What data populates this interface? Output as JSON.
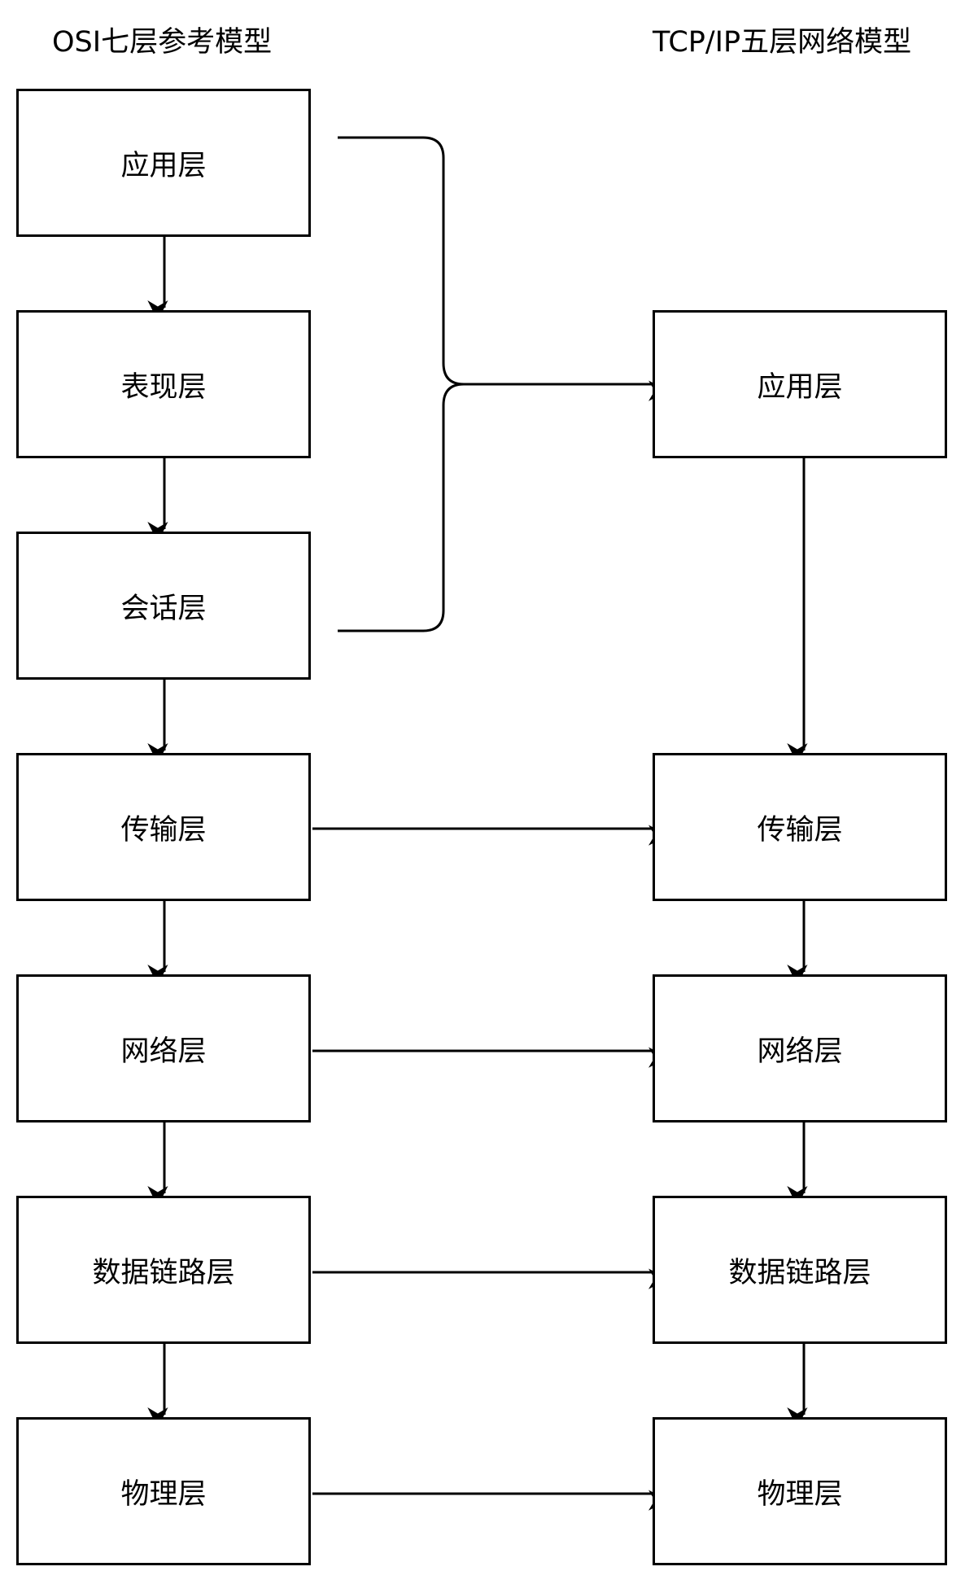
{
  "osi": {
    "title": "OSI七层参考模型",
    "layers": [
      "应用层",
      "表现层",
      "会话层",
      "传输层",
      "网络层",
      "数据链路层",
      "物理层"
    ]
  },
  "tcpip": {
    "title": "TCP/IP五层网络模型",
    "layers": [
      "应用层",
      "传输层",
      "网络层",
      "数据链路层",
      "物理层"
    ]
  },
  "colors": {
    "stroke": "#000000",
    "background": "#ffffff",
    "box_fill": "#ffffff"
  }
}
